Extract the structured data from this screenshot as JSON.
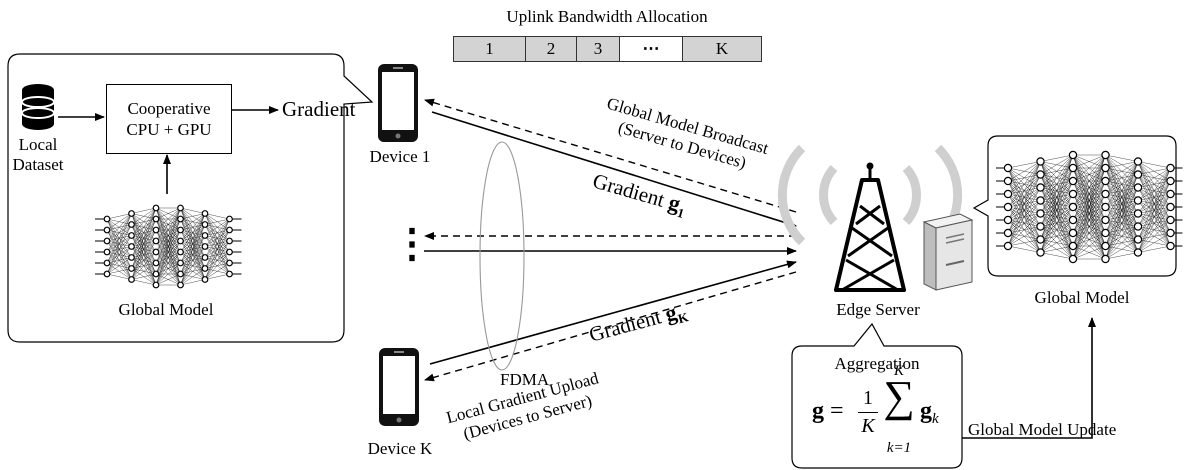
{
  "colors": {
    "stroke": "#000000",
    "bandwidth_fill": "#d3d3d3",
    "antenna_waves": "#cfcfcf",
    "server": "#e6e6e6"
  },
  "bandwidth": {
    "title": "Uplink Bandwidth Allocation",
    "slots": [
      "1",
      "2",
      "3",
      "⋯",
      "K"
    ]
  },
  "device_panel": {
    "local_dataset": [
      "Local",
      "Dataset"
    ],
    "processor": [
      "Cooperative",
      "CPU + GPU"
    ],
    "gradient": "Gradient",
    "global_model": "Global Model"
  },
  "devices": {
    "first": "Device 1",
    "last": "Device K",
    "ellipsis": "⋮"
  },
  "links": {
    "broadcast": [
      "Global Model Broadcast",
      "(Server to Devices)"
    ],
    "gradient_1": "Gradient",
    "gradient_1_symbol": "g",
    "gradient_1_sub": "1",
    "gradient_k": "Gradient",
    "gradient_k_symbol": "g",
    "gradient_k_sub": "K",
    "fdma": "FDMA",
    "upload": [
      "Local Gradient Upload",
      "(Devices to Server)"
    ]
  },
  "server": {
    "label": "Edge Server"
  },
  "aggregation": {
    "title": "Aggregation",
    "lhs": "g",
    "numerator": "1",
    "denominator": "K",
    "sum_upper": "K",
    "sum_lower": "k=1",
    "term": "g",
    "term_sub": "k"
  },
  "server_model": {
    "label": "Global Model"
  },
  "update": {
    "label": "Global Model Update"
  }
}
